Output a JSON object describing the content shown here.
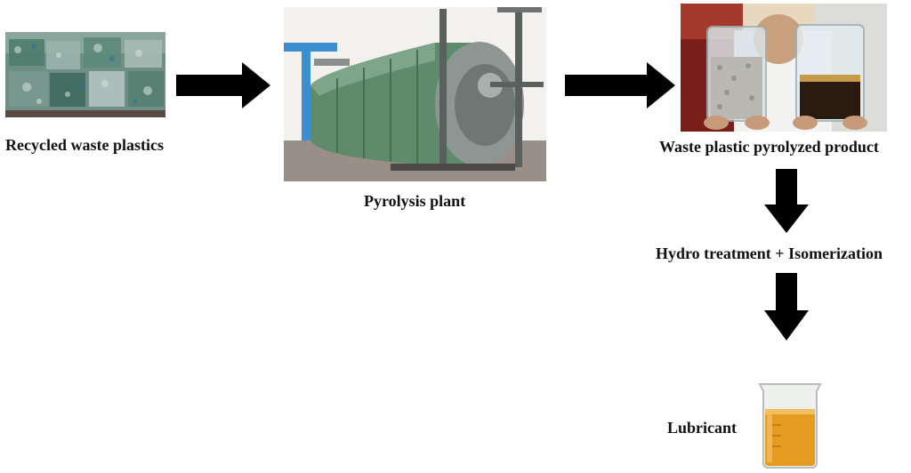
{
  "diagram": {
    "steps": [
      {
        "id": "recycled",
        "label": "Recycled waste plastics"
      },
      {
        "id": "pyrolysis",
        "label": "Pyrolysis plant"
      },
      {
        "id": "pyrolyzed",
        "label": "Waste plastic pyrolyzed product"
      },
      {
        "id": "hydro",
        "label": "Hydro treatment + Isomerization"
      },
      {
        "id": "lubricant",
        "label": "Lubricant"
      }
    ],
    "arrow_color": "#000000"
  }
}
